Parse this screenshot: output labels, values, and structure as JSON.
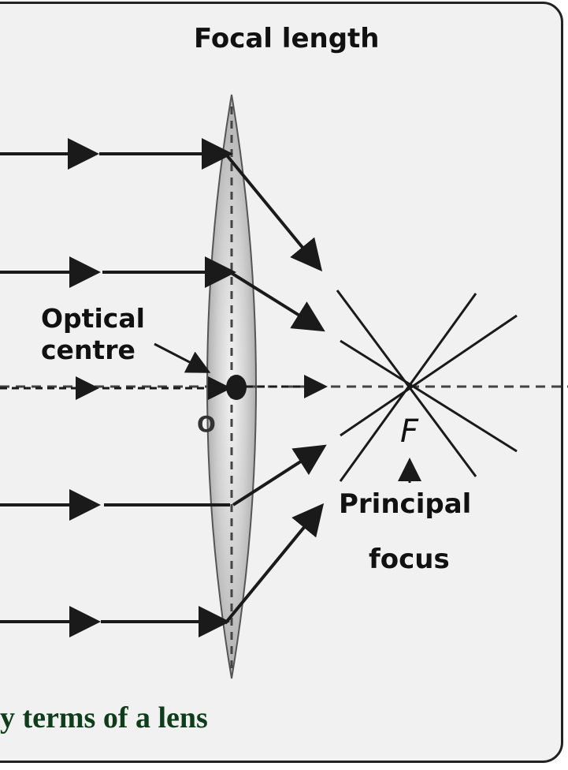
{
  "diagram": {
    "title": "Focal length",
    "optical_centre_label": [
      "Optical",
      "centre"
    ],
    "optical_centre_letter": "O",
    "focus_letter": "F",
    "principal_focus_label": [
      "Principal",
      "focus"
    ],
    "caption": "y terms of a lens"
  },
  "colors": {
    "ink": "#1a1a1a",
    "lens_fill": "#bdbdbd",
    "background": "#f1f1f1",
    "caption": "#0f3d1c"
  }
}
